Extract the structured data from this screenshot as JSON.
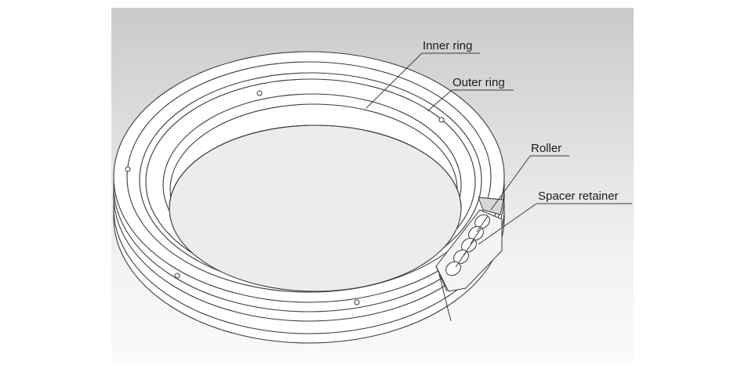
{
  "labels": {
    "inner_ring": "Inner ring",
    "outer_ring": "Outer ring",
    "roller": "Roller",
    "spacer_retainer": "Spacer retainer"
  },
  "colors": {
    "panel_top": "#cacaca",
    "panel_bottom": "#fafafa",
    "ring_fill": "#ffffff",
    "line": "#3a3a3a"
  }
}
